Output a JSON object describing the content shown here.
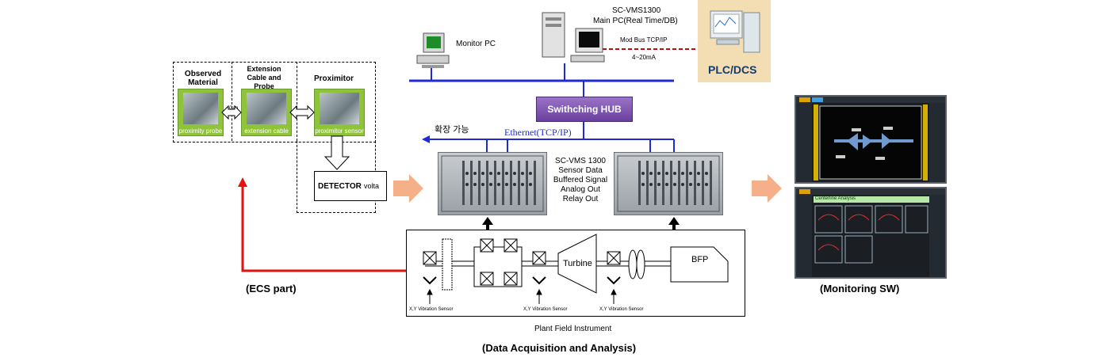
{
  "ecs": {
    "observed_material": "Observed Material",
    "extension_cable": "Extension Cable and Probe",
    "proximitor": "Proximitor",
    "gap": "Gap",
    "proximity_probe": "proximity probe",
    "extension_cable_caption": "extension cable",
    "proximitor_sensor": "proximitor sensor",
    "detector": "DETECTOR",
    "voltage": "volta",
    "caption": "(ECS part)"
  },
  "network": {
    "main_pc_title": "SC-VMS1300",
    "main_pc_subtitle": "Main PC(Real Time/DB)",
    "monitor_pc": "Monitor PC",
    "modbus": "Mod Bus TCP/IP",
    "current_loop": "4~20mA",
    "plc": "PLC/DCS",
    "hub": "Swithching  HUB",
    "ethernet": "Ethernet(TCP/IP)",
    "expand": "확장 가능"
  },
  "vms": {
    "lines": [
      "SC-VMS  1300",
      "Sensor Data",
      "Buffered Signal",
      "Analog Out",
      "Relay Out"
    ]
  },
  "plant": {
    "turbine": "Turbine",
    "bfp": "BFP",
    "sensor_labels": [
      "X,Y Vibration Sensor",
      "X,Y Vibration Sensor",
      "X,Y Vibration Sensor"
    ],
    "caption": "Plant Field Instrument",
    "section_caption": "(Data Acquisition and Analysis)"
  },
  "monitoring": {
    "panel_title": "Centerline Analysis",
    "caption": "(Monitoring SW)"
  },
  "colors": {
    "ecs_arrow": "#e3120b",
    "flow_arrow": "#f5b08a",
    "hub": "#7a4fb0",
    "bus": "#1f2bd6",
    "plc_bg": "#f3ddb2"
  }
}
